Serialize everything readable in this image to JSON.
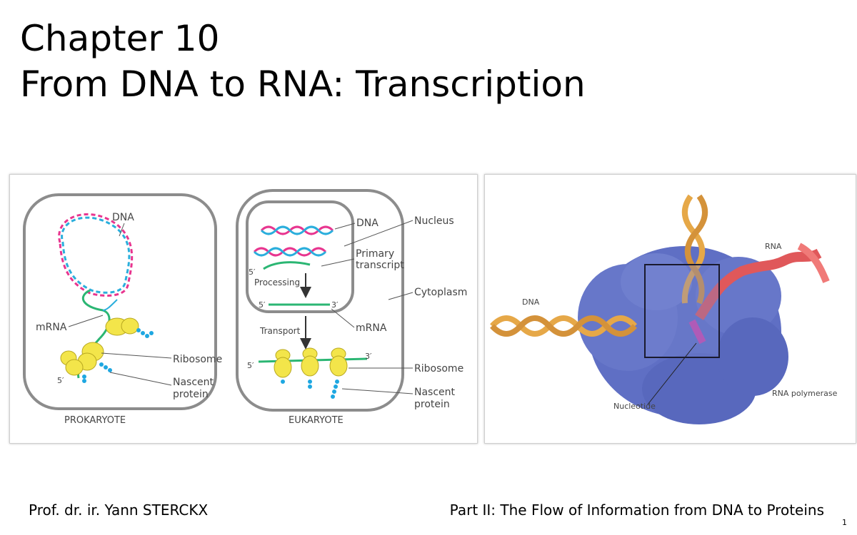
{
  "slide": {
    "title_line1": "Chapter 10",
    "title_line2": "From DNA to RNA: Transcription",
    "footer_left": "Prof. dr. ir. Yann STERCKX",
    "footer_right": "Part II: The Flow of Information from DNA to Proteins",
    "page_number": "1"
  },
  "figure_left": {
    "prokaryote": {
      "dna": "DNA",
      "mrna": "mRNA",
      "ribosome": "Ribosome",
      "nascent_line1": "Nascent",
      "nascent_line2": "protein",
      "five_prime": "5′",
      "caption": "PROKARYOTE"
    },
    "eukaryote": {
      "dna": "DNA",
      "nucleus": "Nucleus",
      "primary_line1": "Primary",
      "primary_line2": "transcript",
      "processing": "Processing",
      "cytoplasm": "Cytoplasm",
      "five_prime_a": "5′",
      "five_prime_b": "5′",
      "three_prime_b": "3′",
      "transport": "Transport",
      "mrna": "mRNA",
      "five_prime_c": "5′",
      "three_prime_c": "3′",
      "ribosome": "Ribosome",
      "nascent_line1": "Nascent",
      "nascent_line2": "protein",
      "caption": "EUKARYOTE"
    }
  },
  "figure_right": {
    "rna": "RNA",
    "dna": "DNA",
    "rna_polymerase": "RNA polymerase",
    "nucleotide": "Nucleotide"
  },
  "colors": {
    "dna_pink": "#e8358f",
    "dna_cyan": "#2aaedc",
    "mrna_green": "#2bb673",
    "ribosome_yellow": "#f3e54a",
    "protein_blue": "#1ea7e1",
    "cell_outline": "#8c8c8c",
    "polymerase_blue": "#5f6fc4",
    "dna_orange": "#e6a848",
    "rna_red": "#e0585a",
    "nucleotide_magenta": "#cc44aa"
  }
}
